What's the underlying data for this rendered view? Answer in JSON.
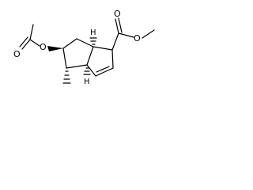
{
  "molecule": {
    "atoms": {
      "ester_carbonyl_o": "O",
      "ester_o": "O",
      "acetyl_carbonyl_o": "O",
      "acetyl_o": "O",
      "h_top": "H",
      "h_bottom": "H"
    }
  }
}
